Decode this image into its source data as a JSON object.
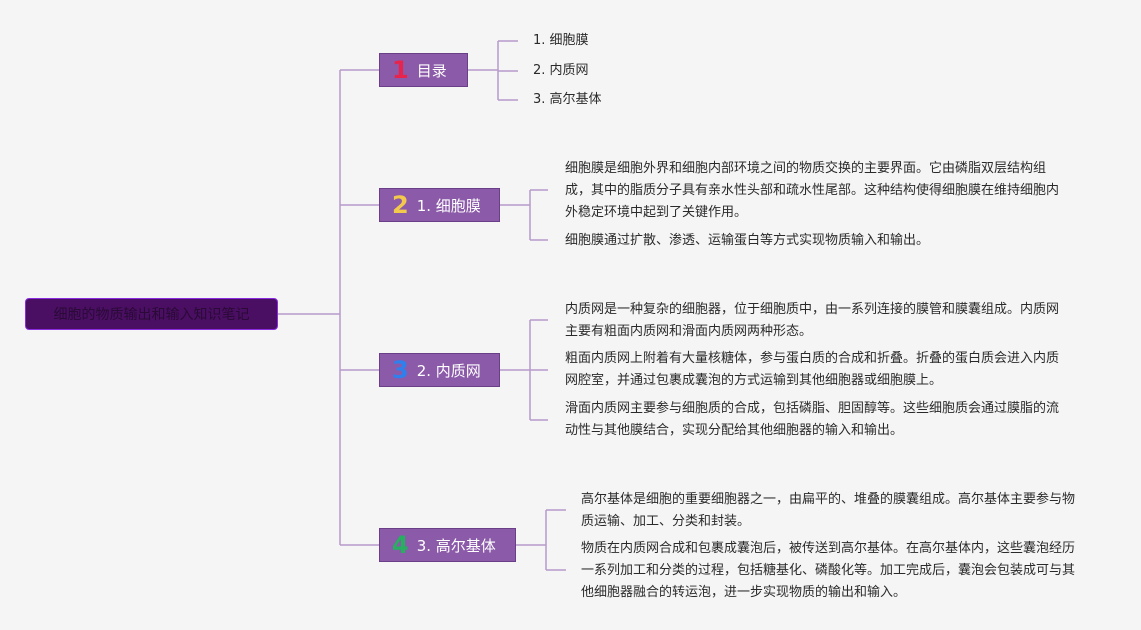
{
  "root": {
    "title": "细胞的物质输出和输入知识笔记"
  },
  "colors": {
    "line": "#b79acb",
    "branch": "#8b5aa8",
    "root": "#4a0f63",
    "num1": "#e8244c",
    "num2": "#f2c94c",
    "num3": "#2f80ed",
    "num4": "#27ae60"
  },
  "branches": [
    {
      "num": "1",
      "label": "目录",
      "items": [
        "1. 细胞膜",
        "2. 内质网",
        "3. 高尔基体"
      ]
    },
    {
      "num": "2",
      "label": "1. 细胞膜",
      "paras": [
        "细胞膜是细胞外界和细胞内部环境之间的物质交换的主要界面。它由磷脂双层结构组成，其中的脂质分子具有亲水性头部和疏水性尾部。这种结构使得细胞膜在维持细胞内外稳定环境中起到了关键作用。",
        "细胞膜通过扩散、渗透、运输蛋白等方式实现物质输入和输出。"
      ]
    },
    {
      "num": "3",
      "label": "2. 内质网",
      "paras": [
        "内质网是一种复杂的细胞器，位于细胞质中，由一系列连接的膜管和膜囊组成。内质网主要有粗面内质网和滑面内质网两种形态。",
        "粗面内质网上附着有大量核糖体，参与蛋白质的合成和折叠。折叠的蛋白质会进入内质网腔室，并通过包裹成囊泡的方式运输到其他细胞器或细胞膜上。",
        "滑面内质网主要参与细胞质的合成，包括磷脂、胆固醇等。这些细胞质会通过膜脂的流动性与其他膜结合，实现分配给其他细胞器的输入和输出。"
      ]
    },
    {
      "num": "4",
      "label": "3. 高尔基体",
      "paras": [
        "高尔基体是细胞的重要细胞器之一，由扁平的、堆叠的膜囊组成。高尔基体主要参与物质运输、加工、分类和封装。",
        "物质在内质网合成和包裹成囊泡后，被传送到高尔基体。在高尔基体内，这些囊泡经历一系列加工和分类的过程，包括糖基化、磷酸化等。加工完成后，囊泡会包装成可与其他细胞器融合的转运泡，进一步实现物质的输出和输入。"
      ]
    }
  ]
}
